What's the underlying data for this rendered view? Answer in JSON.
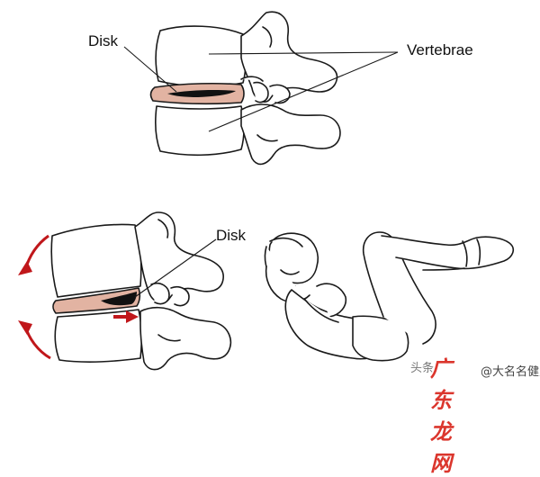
{
  "labels": {
    "top_disk": "Disk",
    "top_vertebrae": "Vertebrae",
    "bottom_disk": "Disk"
  },
  "watermark": {
    "prefix": "头条",
    "brand": "广东龙网",
    "handle": "@大名名健身"
  },
  "colors": {
    "disk": "#e2b3a2",
    "nucleus": "#111111",
    "arrow": "#c0171b",
    "outline": "#1a1a1a"
  }
}
